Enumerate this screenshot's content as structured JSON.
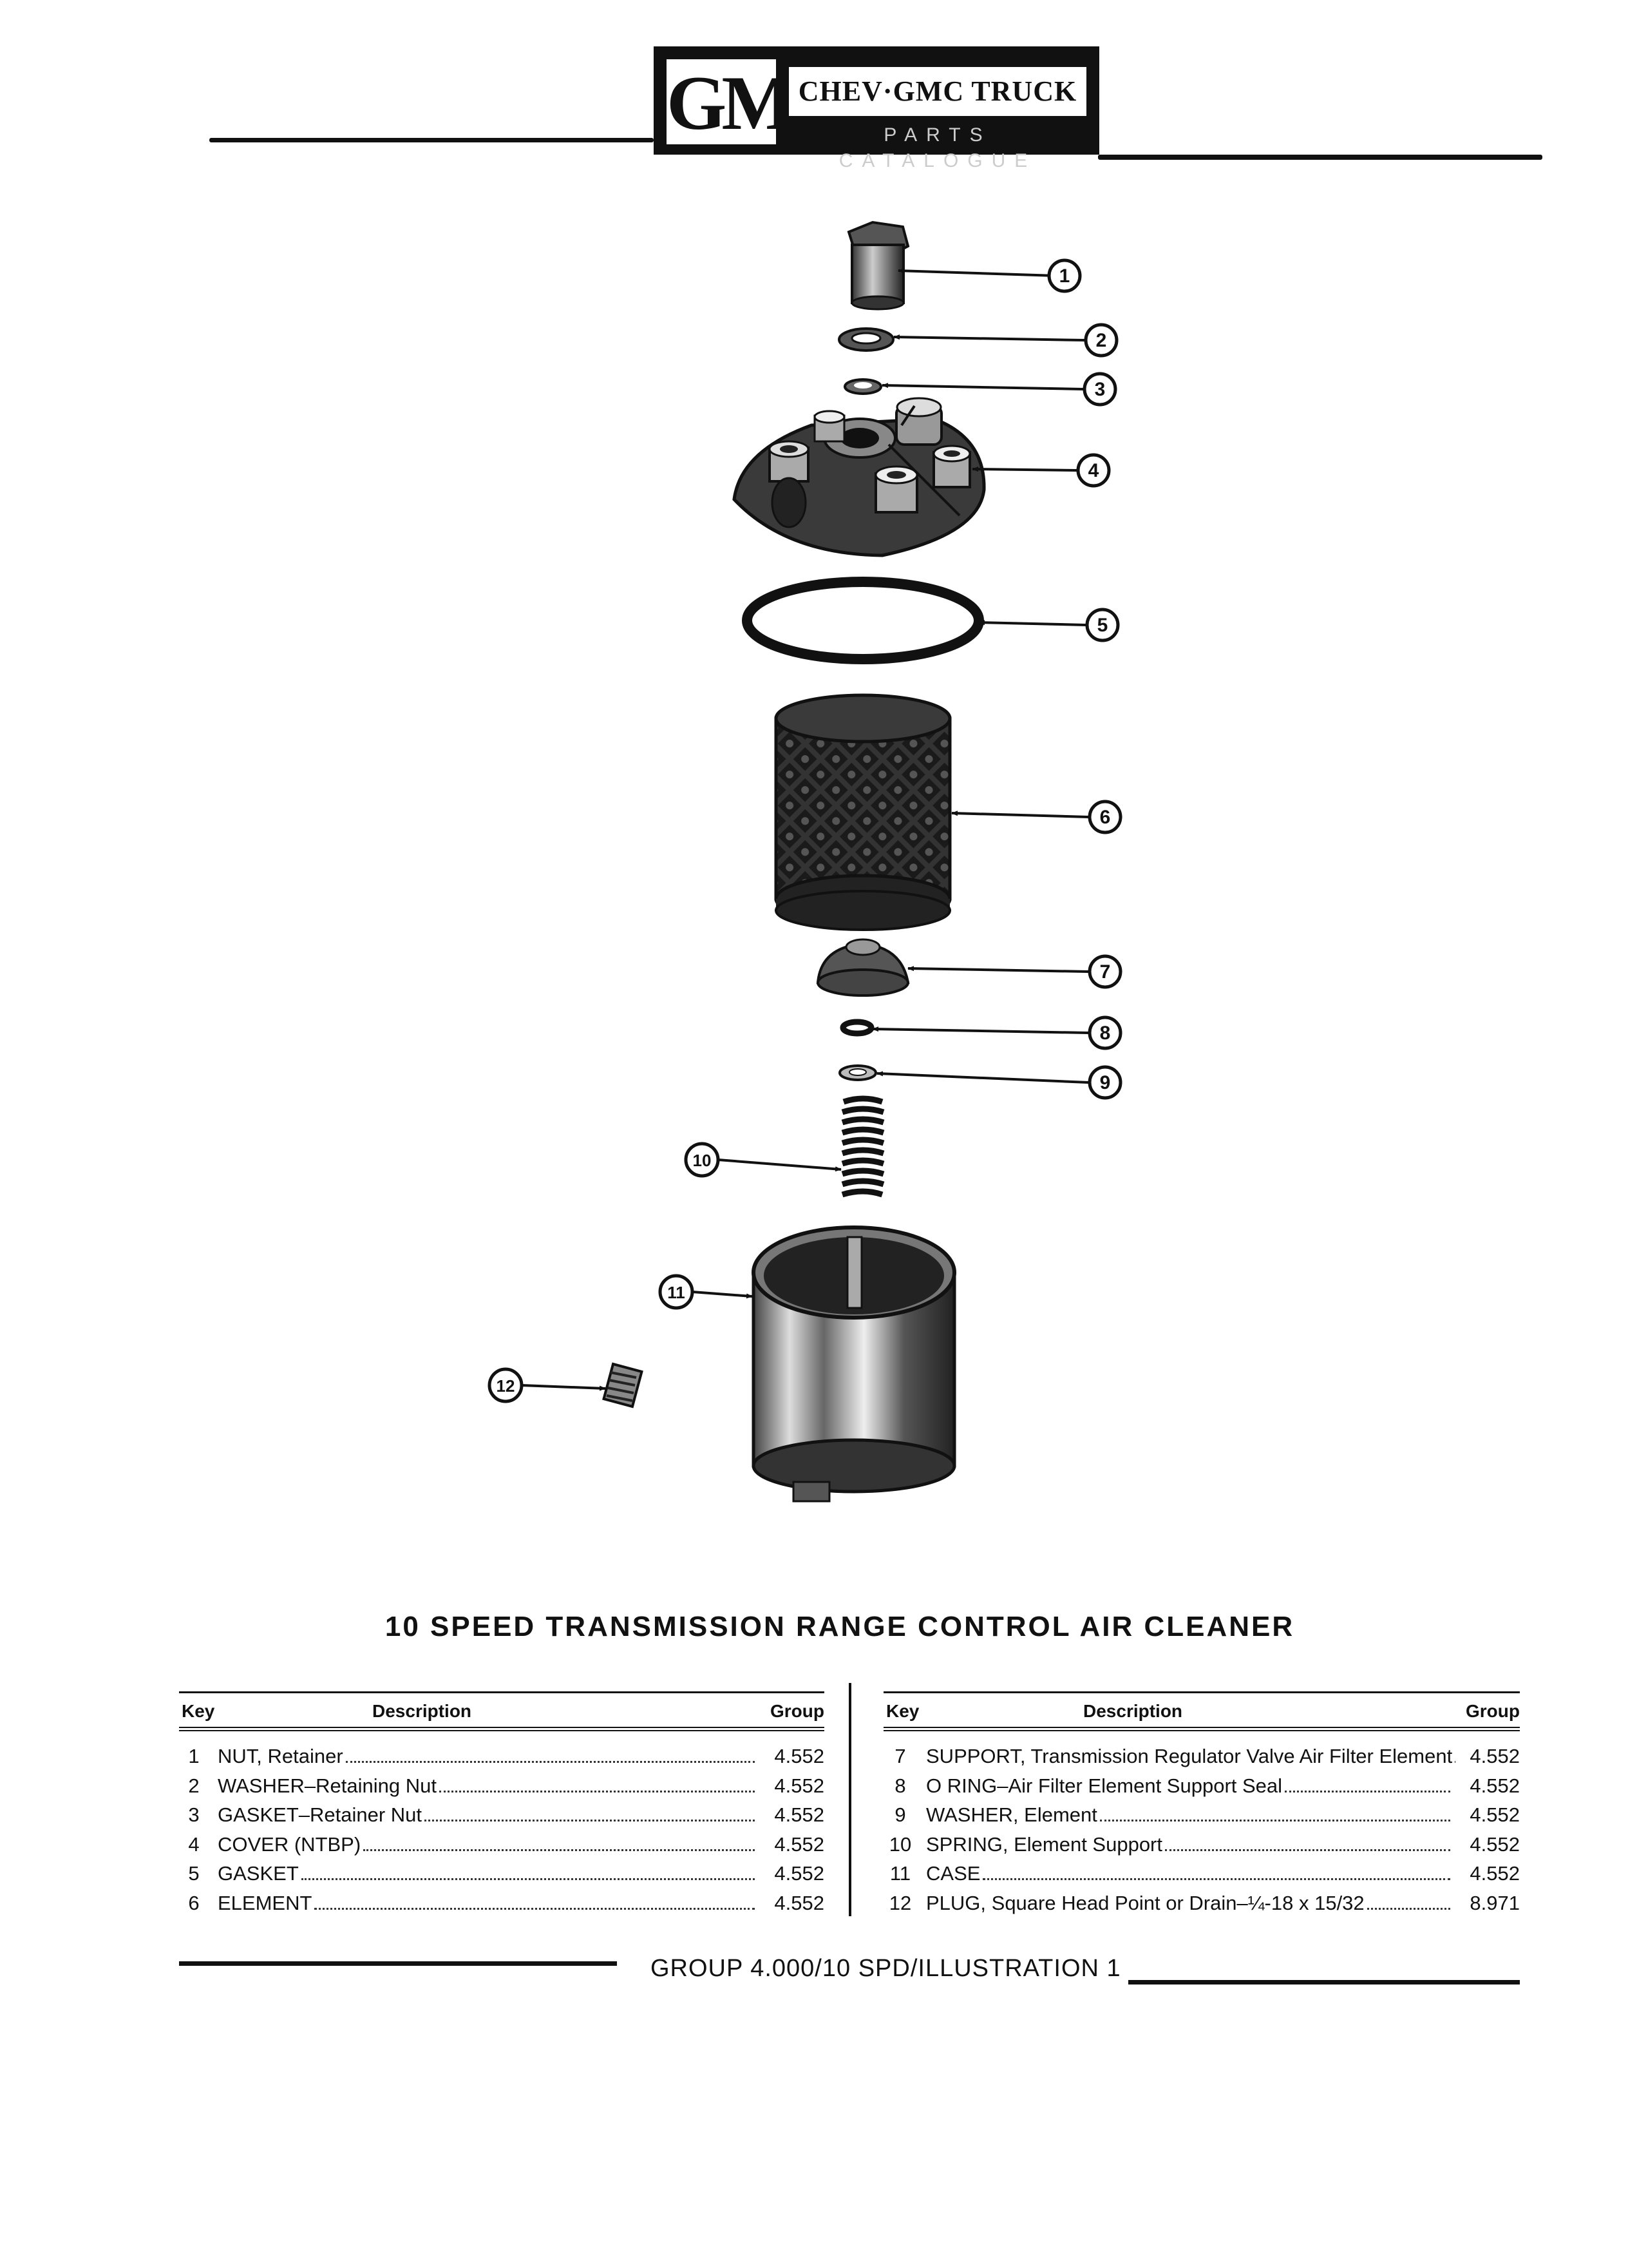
{
  "header": {
    "logo_mark": "GM",
    "brand": "CHEV·GMC TRUCK",
    "subtitle": "PARTS CATALOGUE"
  },
  "callouts": [
    "1",
    "2",
    "3",
    "4",
    "5",
    "6",
    "7",
    "8",
    "9",
    "10",
    "11",
    "12"
  ],
  "title": "10 SPEED TRANSMISSION RANGE CONTROL AIR CLEANER",
  "table_headers": {
    "key": "Key",
    "description": "Description",
    "group": "Group"
  },
  "parts_left": [
    {
      "key": "1",
      "description": "NUT, Retainer",
      "group": "4.552"
    },
    {
      "key": "2",
      "description": "WASHER–Retaining Nut",
      "group": "4.552"
    },
    {
      "key": "3",
      "description": "GASKET–Retainer Nut",
      "group": "4.552"
    },
    {
      "key": "4",
      "description": "COVER (NTBP)",
      "group": "4.552"
    },
    {
      "key": "5",
      "description": "GASKET",
      "group": "4.552"
    },
    {
      "key": "6",
      "description": "ELEMENT",
      "group": "4.552"
    }
  ],
  "parts_right": [
    {
      "key": "7",
      "description": "SUPPORT, Transmission Regulator Valve Air Filter Element",
      "group": "4.552"
    },
    {
      "key": "8",
      "description": "O RING–Air Filter Element Support Seal",
      "group": "4.552"
    },
    {
      "key": "9",
      "description": "WASHER, Element",
      "group": "4.552"
    },
    {
      "key": "10",
      "description": "SPRING, Element Support",
      "group": "4.552"
    },
    {
      "key": "11",
      "description": "CASE",
      "group": "4.552"
    },
    {
      "key": "12",
      "description": "PLUG, Square Head Point or Drain–¼-18 x 15/32",
      "group": "8.971"
    }
  ],
  "footer": "GROUP 4.000/10 SPD/ILLUSTRATION 1"
}
